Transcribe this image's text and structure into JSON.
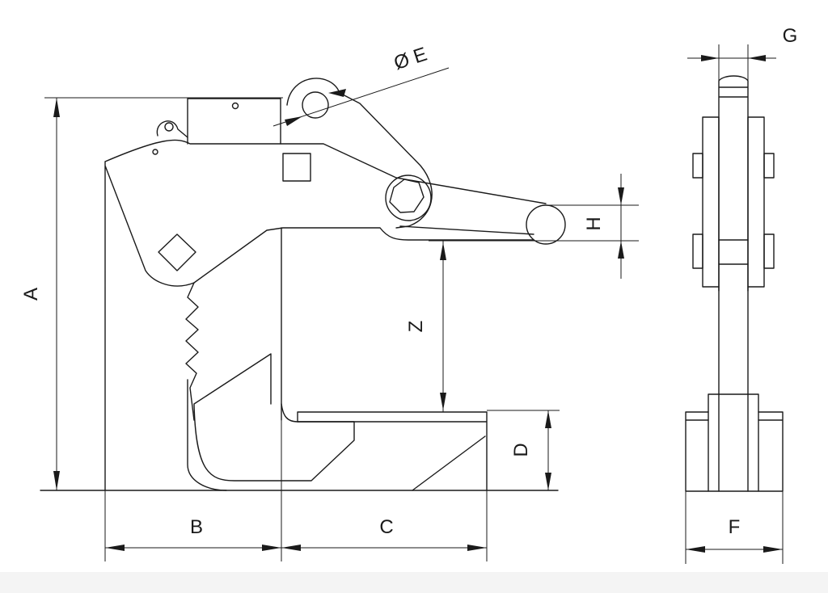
{
  "labels": {
    "A": "A",
    "B": "B",
    "C": "C",
    "D": "D",
    "E": "Ø E",
    "F": "F",
    "G": "G",
    "H": "H",
    "Z": "Z"
  }
}
